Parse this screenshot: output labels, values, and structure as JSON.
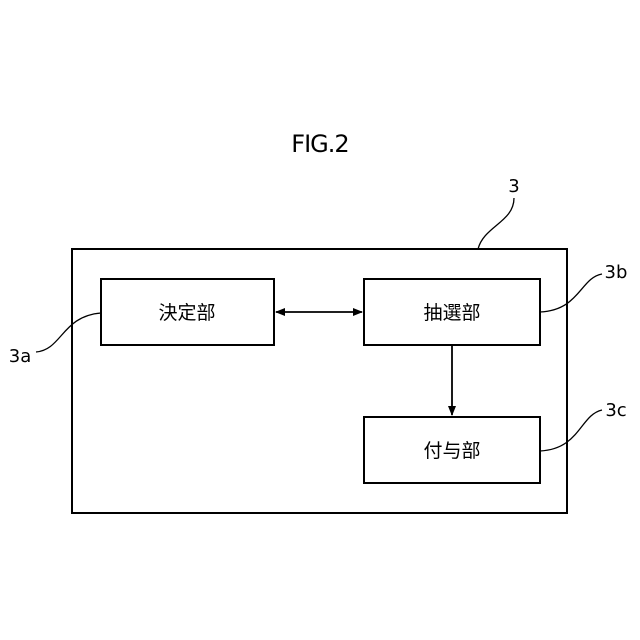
{
  "figure": {
    "title": "FIG.2"
  },
  "outer_unit": {
    "ref": "3"
  },
  "blocks": {
    "decision": {
      "label": "決定部",
      "ref": "3a"
    },
    "lottery": {
      "label": "抽選部",
      "ref": "3b"
    },
    "grant": {
      "label": "付与部",
      "ref": "3c"
    }
  },
  "connections": [
    {
      "from": "decision",
      "to": "lottery",
      "direction": "bidirectional"
    },
    {
      "from": "lottery",
      "to": "grant",
      "direction": "forward"
    }
  ],
  "colors": {
    "stroke": "#000000",
    "background": "#ffffff"
  }
}
